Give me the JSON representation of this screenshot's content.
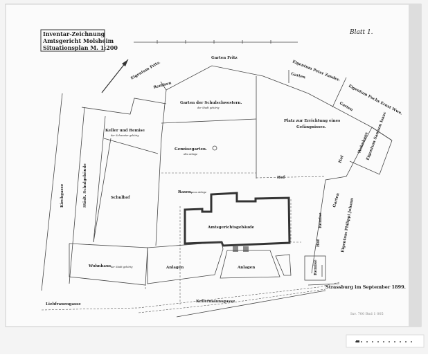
{
  "title_block": {
    "line1": "Inventar-Zeichnung",
    "line2": "Amtsgericht Molsheim",
    "line3": "Situationsplan M. 1:200"
  },
  "sheet_label": "Blatt 1.",
  "labels": {
    "garten_fritz": "Garten Fritz",
    "eigentum_fritz": "Eigentum Fritz.",
    "remisen": "Remisen",
    "eigentum_zander": "Eigentum Peter Zander.",
    "garten_zander": "Garten",
    "eigentum_fuchs": "Eigentum Fuchs Ernst Wwe.",
    "garten_fuchs": "Garten",
    "garten_schulschwestern": "Garten der Schulschwestern.",
    "garten_schulschwestern_note": "der Stadt gehörig",
    "platz_gefaengnis_1": "Platz zur Errichtung eines",
    "platz_gefaengnis_2": "Gefängnisses.",
    "keller_remise": "Keller und Remise",
    "keller_remise_note": "der Schwester gehörig",
    "gemuesegarten": "Gemüsegarten.",
    "gemuesegarten_note": "alte Anlage",
    "eigentum_samson_1": "Wohnhaus",
    "eigentum_samson_2": "Eigentum Samson Isaac",
    "hof_right": "Hof",
    "schulhof": "Schulhof",
    "schulgebaeude": "Städt. Schulgebäude",
    "kirchgasse": "Kirchgasse",
    "rasen": "Rasen,",
    "rasen_note": "neue Anlage",
    "hof_top": "Hof",
    "amtsgericht": "Amtsgerichtsgebäude",
    "garten_philippi": "Garten",
    "eigentum_philippi": "Eigentum Philippi Johann",
    "remise_1": "Remise",
    "hof_lower": "Hof",
    "remise_2": "Remise",
    "wohnhaus": "Wohnhaus",
    "wohnhaus_note": "der Stadt gehörig",
    "anlagen_left": "Anlagen",
    "anlagen_mid": "Anlagen",
    "liebfrauengasse": "Liebfrauengasse",
    "kellermannsgasse": "Kellermannsgasse",
    "date": "Strassburg im September 1899."
  },
  "archive_stamp": "Inv. 700 Bnd 1 005"
}
